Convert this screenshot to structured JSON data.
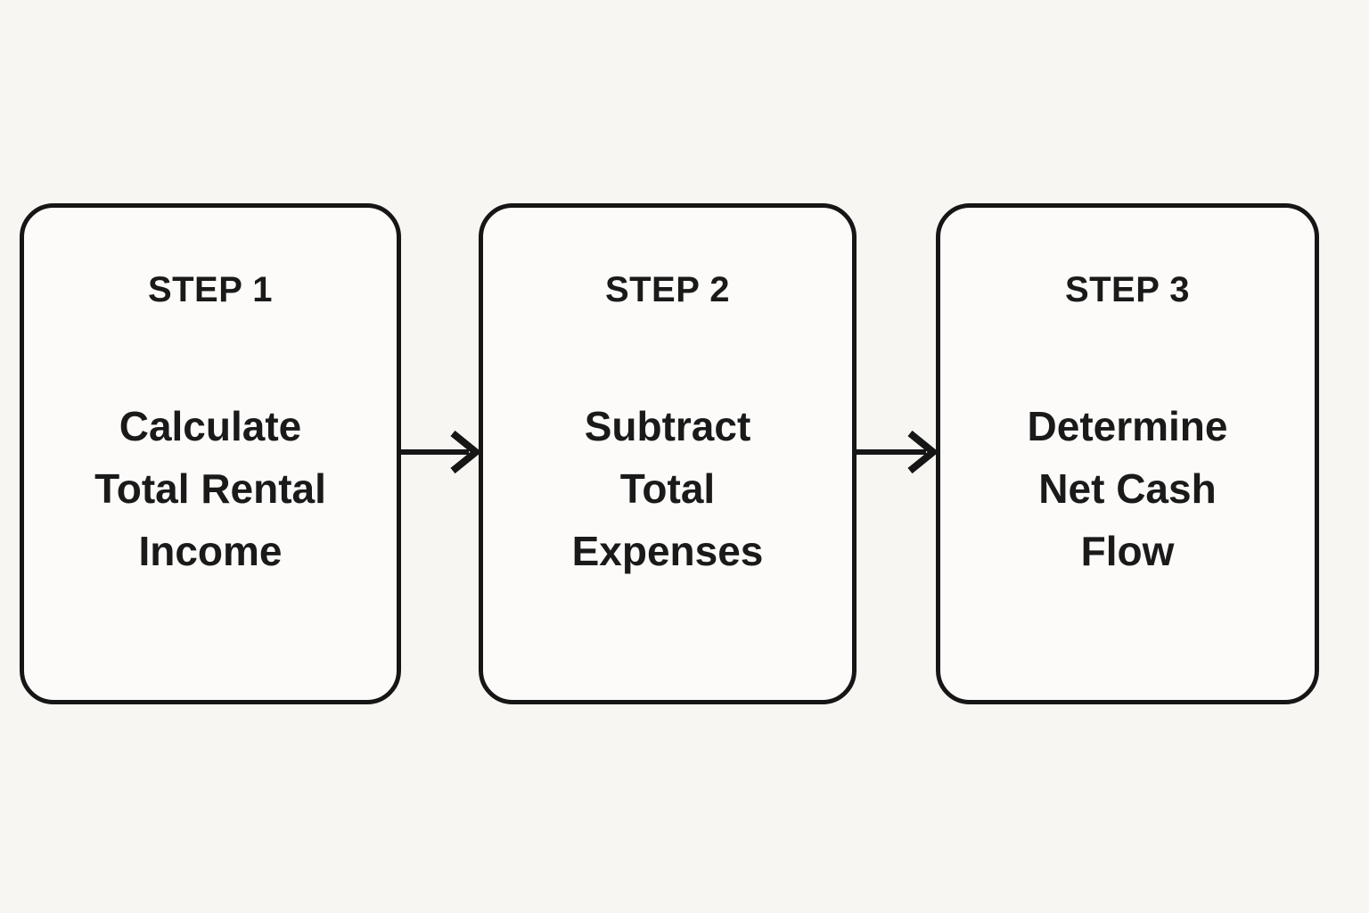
{
  "diagram": {
    "steps": [
      {
        "label": "STEP 1",
        "title": "Calculate\nTotal Rental\nIncome"
      },
      {
        "label": "STEP 2",
        "title": "Subtract\nTotal\nExpenses"
      },
      {
        "label": "STEP 3",
        "title": "Determine\nNet Cash\nFlow"
      }
    ],
    "connectors": [
      {
        "icon": "arrow-right"
      },
      {
        "icon": "arrow-right"
      }
    ]
  },
  "colors": {
    "background": "#f8f6f3",
    "box_fill": "#fcfbf9",
    "stroke": "#161616",
    "text": "#1a1a1a"
  }
}
